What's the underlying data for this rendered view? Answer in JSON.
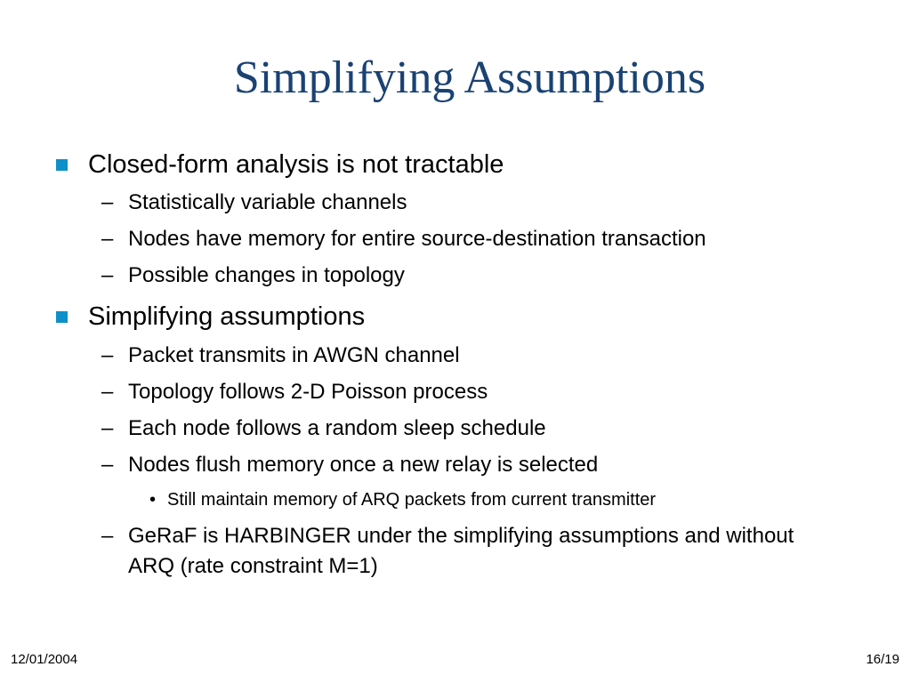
{
  "slide": {
    "title": "Simplifying Assumptions",
    "bullets": [
      {
        "text": "Closed-form analysis is not tractable",
        "subitems": [
          "Statistically variable channels",
          "Nodes have memory for entire source-destination transaction",
          "Possible changes in topology"
        ]
      },
      {
        "text": "Simplifying assumptions",
        "subitems": [
          "Packet transmits in AWGN channel",
          "Topology follows 2-D Poisson process",
          "Each node follows a random sleep schedule",
          "Nodes flush memory once a new relay is selected",
          "GeRaF is HARBINGER under the simplifying assumptions and without ARQ (rate constraint M=1)"
        ],
        "subsubitems": [
          "Still maintain memory of ARQ packets from current transmitter"
        ]
      }
    ],
    "dash_glyph": "–",
    "dot_glyph": "•"
  },
  "footer": {
    "date": "12/01/2004",
    "page": "16/19"
  },
  "colors": {
    "title": "#1a4273",
    "bullet": "#0f8fc8",
    "text": "#000000",
    "background": "#ffffff"
  }
}
